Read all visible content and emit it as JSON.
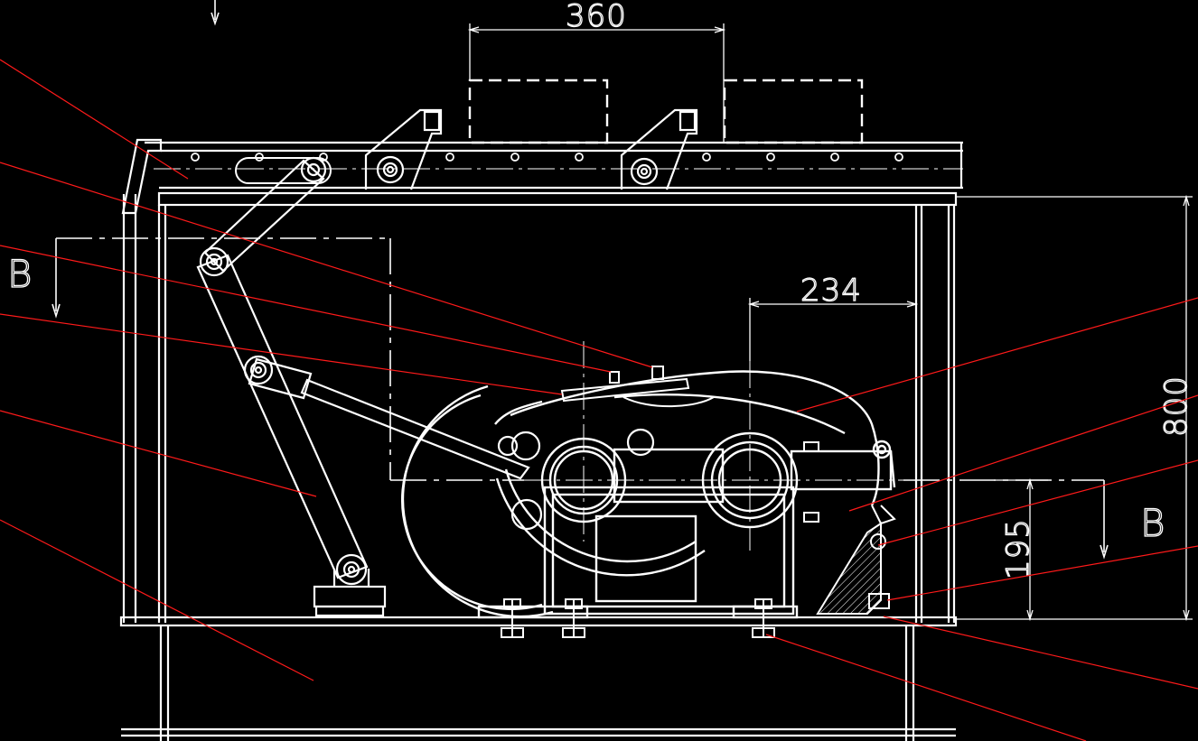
{
  "drawing": {
    "background_color": "#000000",
    "line_color": "#ffffff",
    "leader_color": "#ff1a1a",
    "dimensions": {
      "top_width": "360",
      "offset": "234",
      "total_height": "800",
      "shaft_height": "195"
    },
    "section_marks": {
      "left": "B",
      "right": "B"
    }
  }
}
